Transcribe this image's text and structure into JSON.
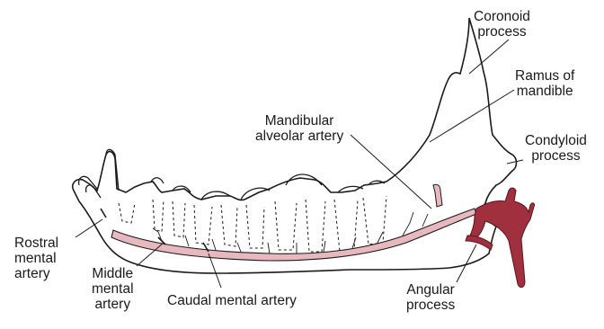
{
  "labels": {
    "coronoid_process": [
      "Coronoid",
      "process"
    ],
    "ramus_of_mandible": [
      "Ramus of",
      "mandible"
    ],
    "mandibular_alveolar_artery": [
      "Mandibular",
      "alveolar artery"
    ],
    "condyloid_process": [
      "Condyloid",
      "process"
    ],
    "rostral_mental_artery": [
      "Rostral",
      "mental",
      "artery"
    ],
    "middle_mental_artery": [
      "Middle",
      "mental",
      "artery"
    ],
    "caudal_mental_artery": [
      "Caudal mental artery"
    ],
    "angular_process": [
      "Angular",
      "process"
    ]
  },
  "colors": {
    "outline": "#1a1a1a",
    "artery_fill": "#a1303f",
    "artery_pale": "#e8b8bf",
    "background": "#ffffff"
  }
}
